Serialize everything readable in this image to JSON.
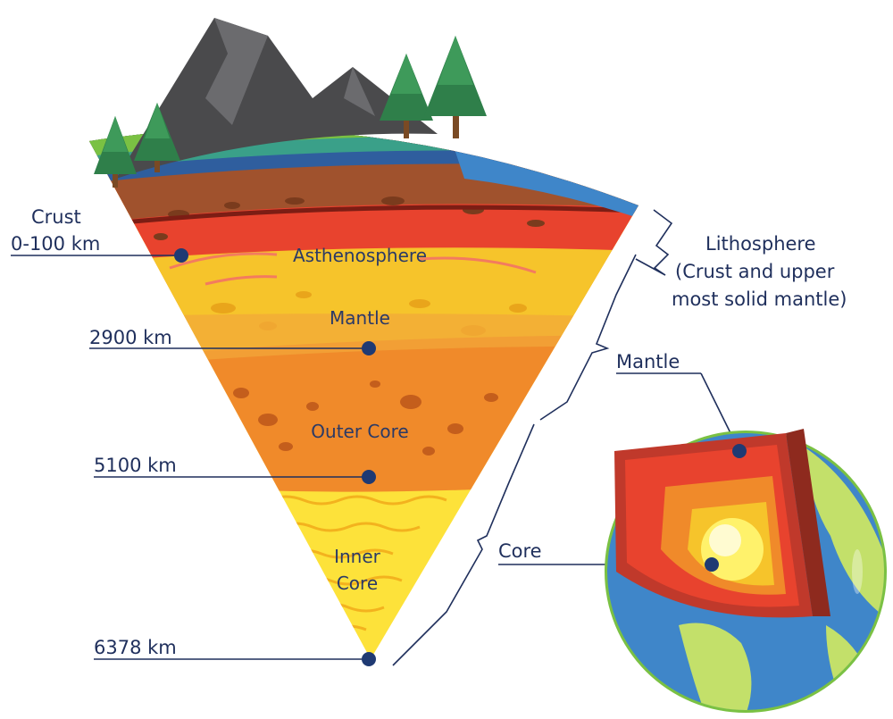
{
  "left_labels": {
    "crust_title": "Crust",
    "crust_depth": "0-100 km",
    "depth_mantle": "2900 km",
    "depth_outer_core": "5100 km",
    "depth_center": "6378 km"
  },
  "layers": {
    "asthenosphere": "Asthenosphere",
    "mantle": "Mantle",
    "outer_core": "Outer Core",
    "inner_core_line1": "Inner",
    "inner_core_line2": "Core"
  },
  "right_labels": {
    "lithosphere_line1": "Lithosphere",
    "lithosphere_line2": "(Crust and upper",
    "lithosphere_line3": "most solid mantle)",
    "mantle": "Mantle",
    "core": "Core"
  },
  "colors": {
    "text": "#1f2f5c",
    "ocean": "#3f86c9",
    "grass": "#7ac143",
    "crust_brown": "#a0522d",
    "asthenosphere_red": "#e8432e",
    "mantle_yellow": "#f6c42b",
    "outer_core_orange": "#f08a2a",
    "inner_core_yellow": "#fde23a"
  }
}
